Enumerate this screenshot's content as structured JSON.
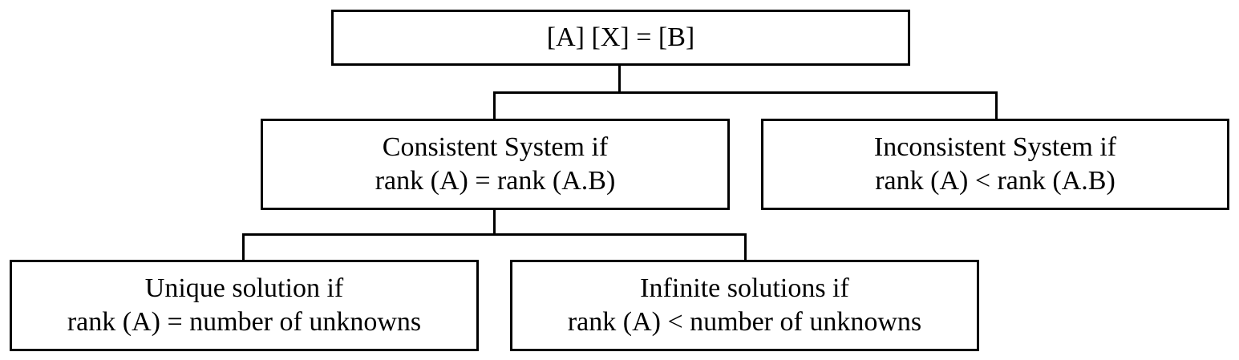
{
  "diagram": {
    "root": {
      "label": "[A] [X] = [B]"
    },
    "consistent": {
      "line1": "Consistent System if",
      "line2": "rank (A) = rank (A.B)"
    },
    "inconsistent": {
      "line1": "Inconsistent System if",
      "line2": "rank (A) < rank (A.B)"
    },
    "unique": {
      "line1": "Unique solution if",
      "line2": "rank (A) = number of unknowns"
    },
    "infinite": {
      "line1": "Infinite solutions if",
      "line2": "rank (A) < number of unknowns"
    }
  },
  "colors": {
    "line": "#000000",
    "background": "#ffffff"
  }
}
